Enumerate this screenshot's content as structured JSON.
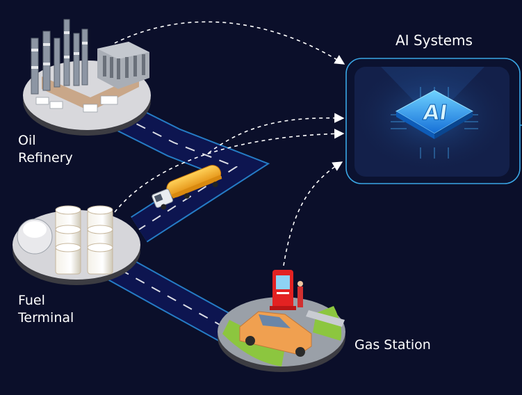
{
  "labels": {
    "ai_systems": "AI Systems",
    "refinery_line1": "Oil",
    "refinery_line2": "Refinery",
    "terminal_line1": "Fuel",
    "terminal_line2": "Terminal",
    "gas_station": "Gas Station"
  },
  "chip": {
    "text": "AI"
  },
  "colors": {
    "background": "#0b0f2a",
    "road": "#0d1550",
    "road_edge": "#2a8fe0",
    "panel_border": "#3aa7e6",
    "panel_fill": "#101a3c",
    "chip": "#1a8fe8",
    "tanker": "#f2a51c",
    "grass": "#8cc63f",
    "pump": "#e32222",
    "car": "#f0a050",
    "arrow": "#ffffff"
  },
  "icons": [
    "refinery-icon",
    "fuel-terminal-icon",
    "tanker-truck-icon",
    "gas-station-icon",
    "ai-chip-icon"
  ]
}
